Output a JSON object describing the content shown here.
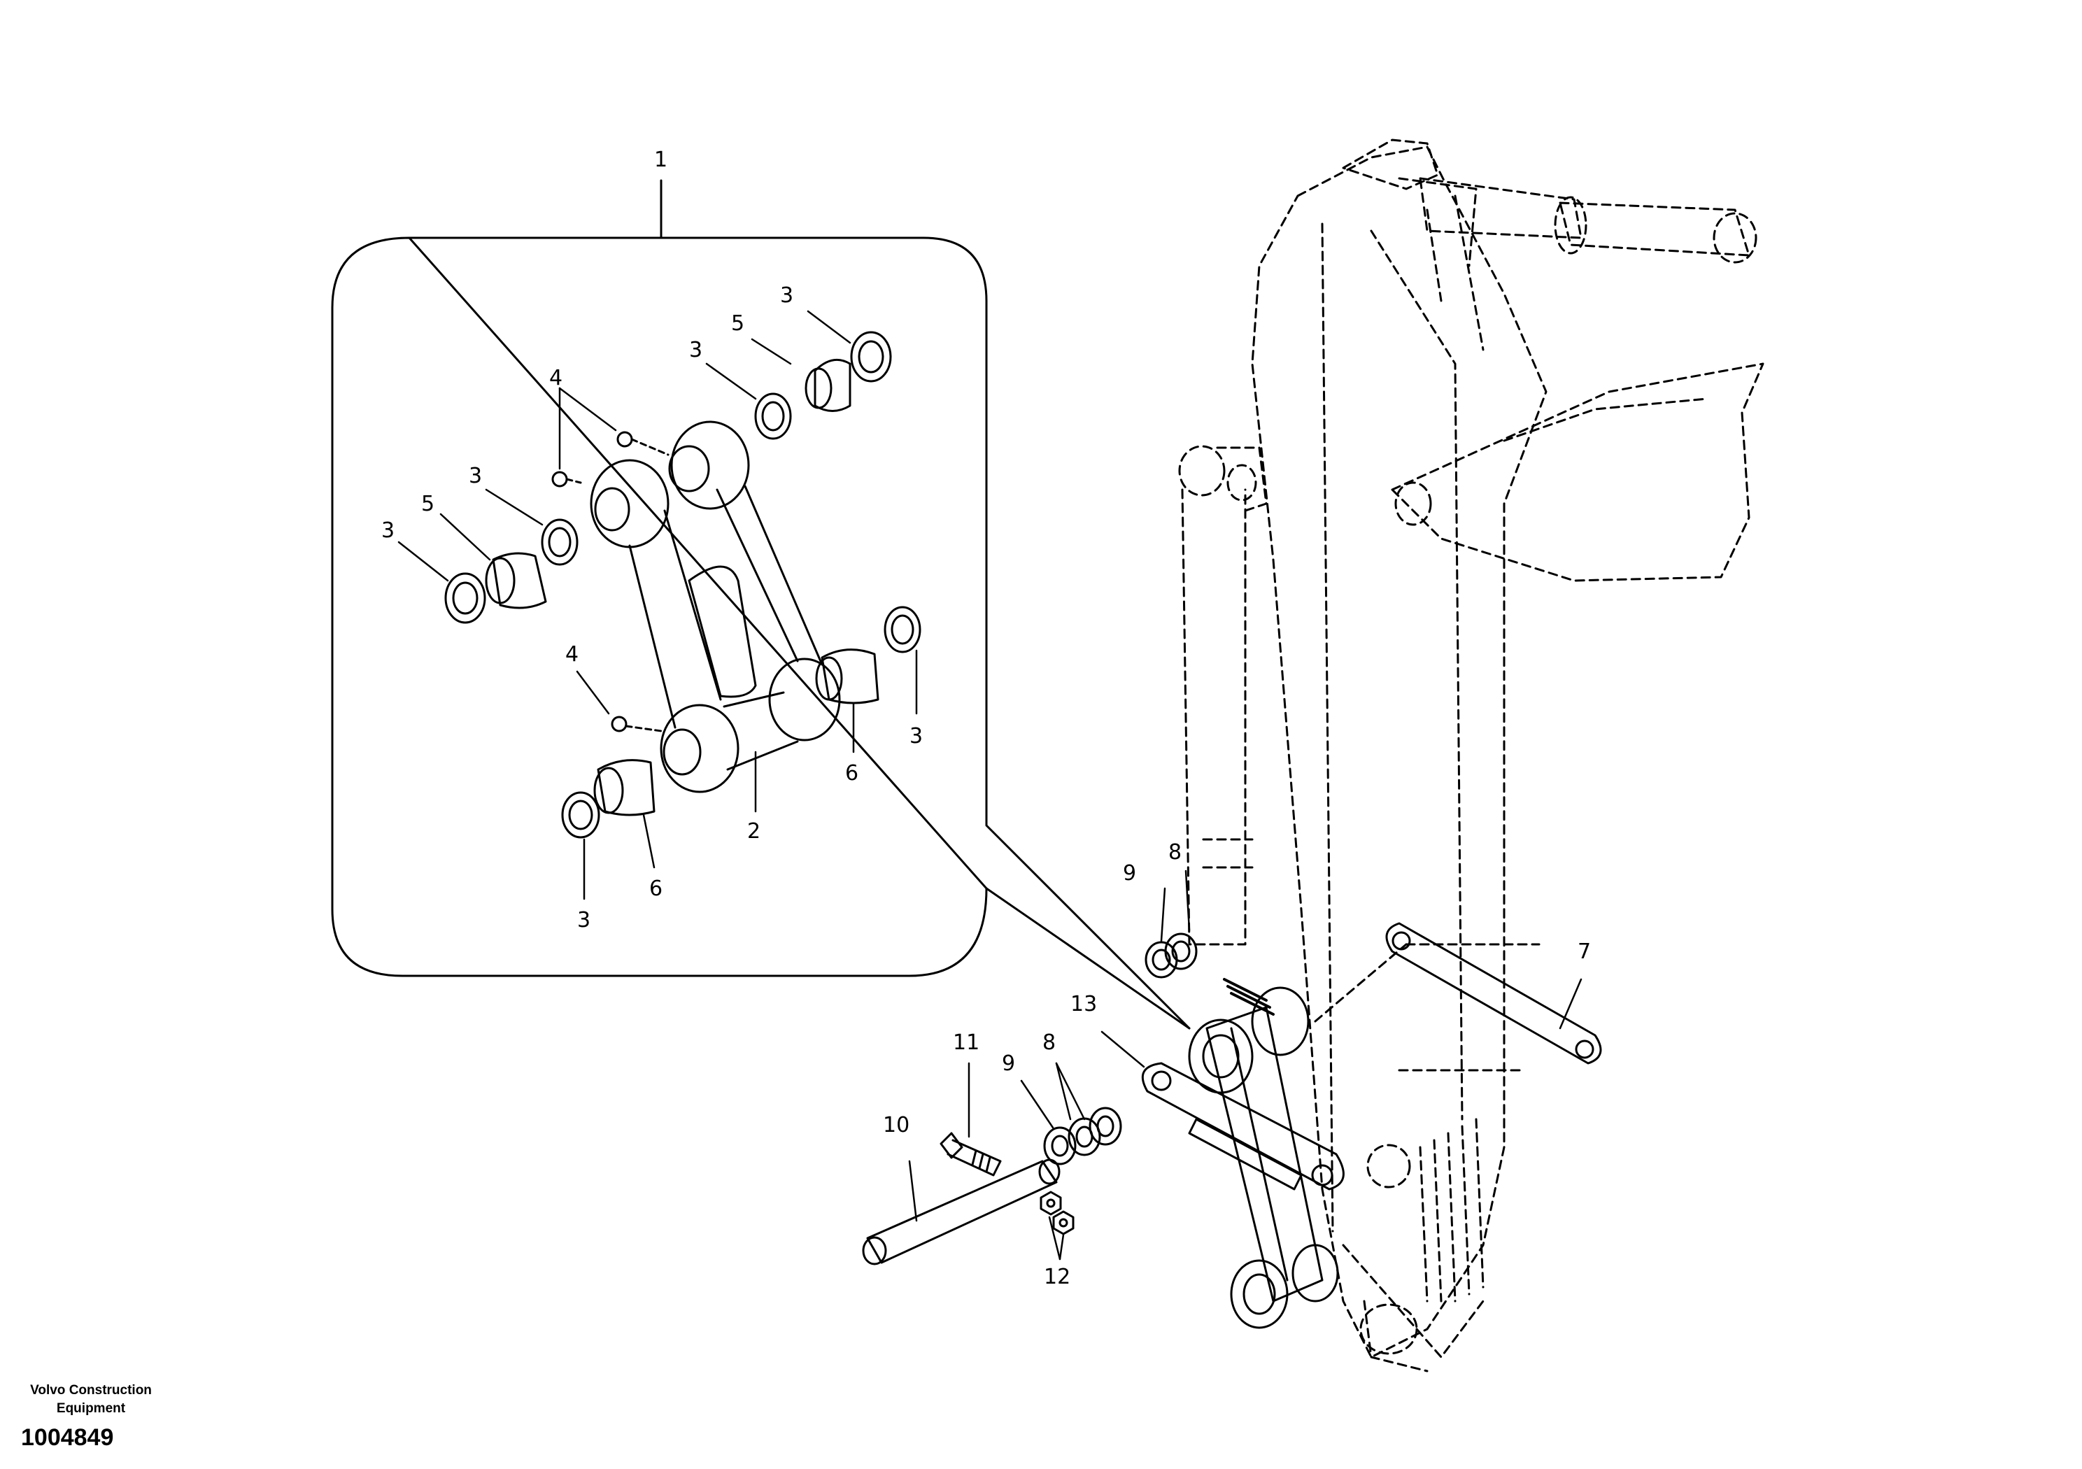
{
  "callouts": {
    "c1": "1",
    "c2": "2",
    "c3": "3",
    "c4": "4",
    "c5": "5",
    "c6": "6",
    "c7": "7",
    "c8": "8",
    "c9": "9",
    "c10": "10",
    "c11": "11",
    "c12": "12",
    "c13": "13"
  },
  "footer": {
    "company_line1": "Volvo Construction",
    "company_line2": "Equipment",
    "drawing_number": "1004849"
  },
  "colors": {
    "line": "#000000",
    "background": "#ffffff"
  }
}
